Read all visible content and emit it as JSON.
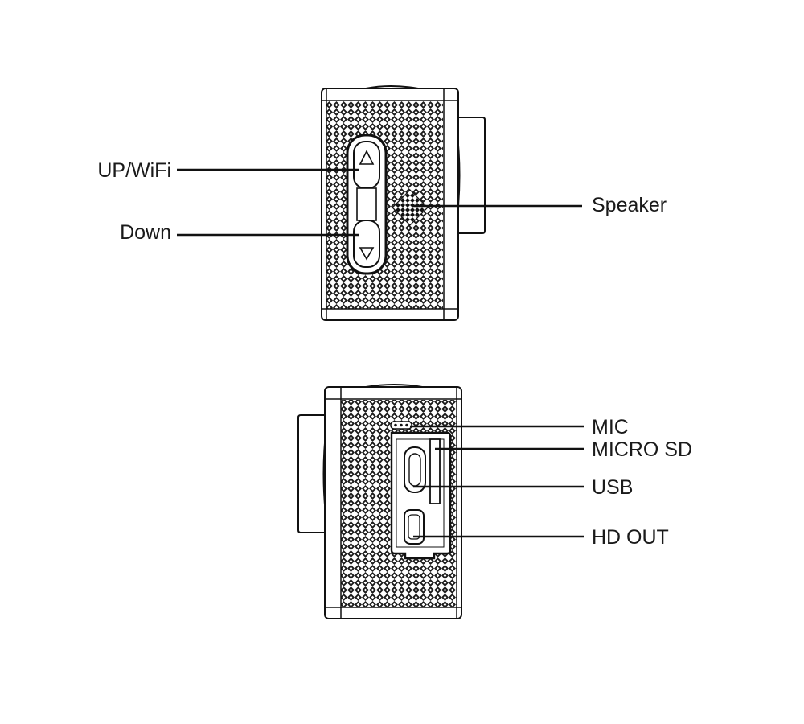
{
  "diagram": {
    "top_view": {
      "labels": {
        "up_wifi": "UP/WiFi",
        "down": "Down",
        "speaker": "Speaker"
      }
    },
    "bottom_view": {
      "labels": {
        "mic": "MIC",
        "micro_sd": "MICRO SD",
        "usb": "USB",
        "hd_out": "HD OUT"
      }
    },
    "colors": {
      "line": "#111111",
      "text": "#1a1a1a",
      "background": "#ffffff"
    }
  }
}
